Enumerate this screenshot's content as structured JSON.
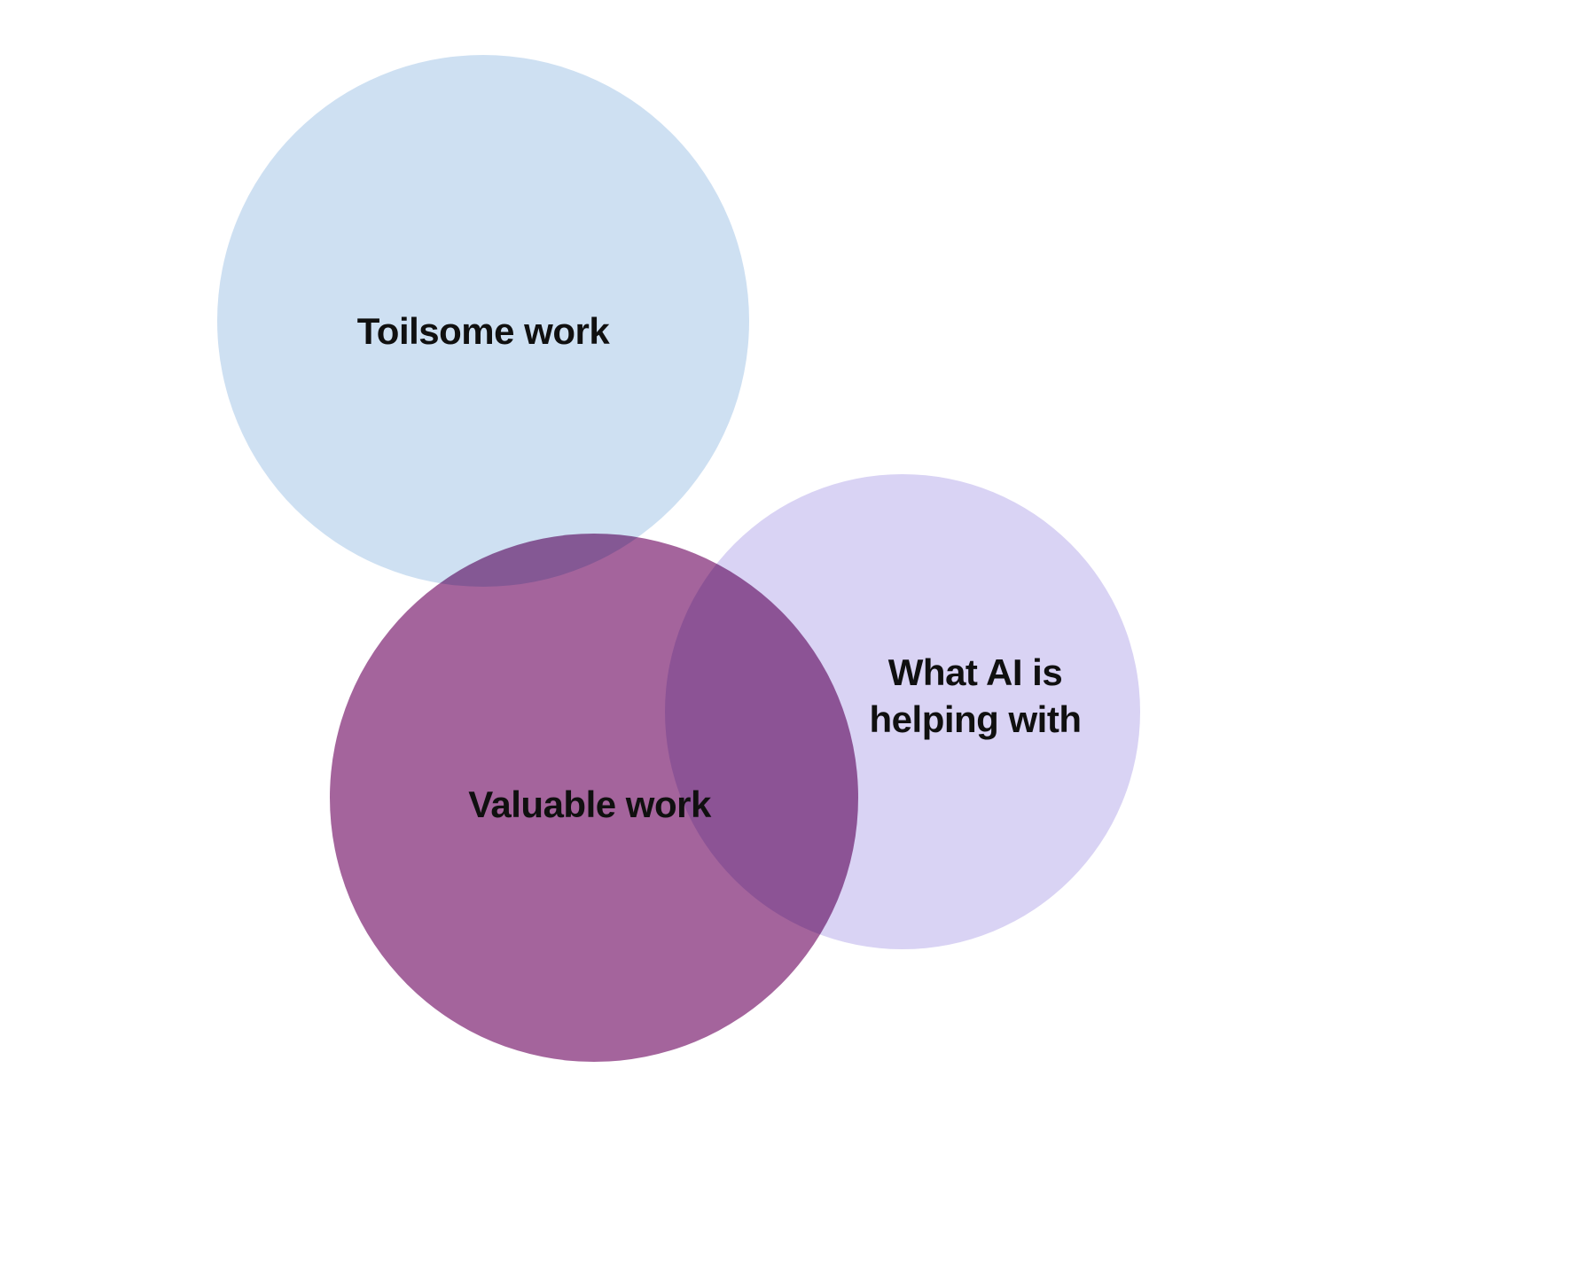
{
  "diagram": {
    "type": "venn",
    "background_color": "#ffffff",
    "text_color": "#101010",
    "circles": [
      {
        "id": "toilsome-work",
        "label": "Toilsome work",
        "color": "#cee0f2",
        "overlaps_with": [
          "valuable-work"
        ]
      },
      {
        "id": "what-ai-is-helping-with",
        "label": "What AI is helping with",
        "color": "#d9d3f4",
        "overlaps_with": [
          "valuable-work"
        ]
      },
      {
        "id": "valuable-work",
        "label": "Valuable work",
        "color": "#a4649c",
        "overlaps_with": [
          "toilsome-work",
          "what-ai-is-helping-with"
        ]
      }
    ]
  }
}
